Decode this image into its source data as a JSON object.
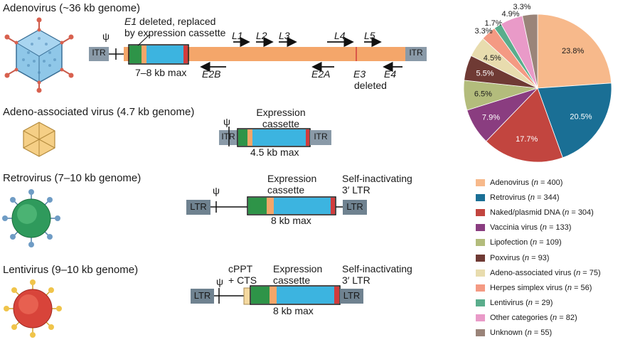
{
  "viruses": [
    {
      "name": "Adenovirus (~36 kb genome)"
    },
    {
      "name": "Adeno-associated virus (4.7 kb genome)"
    },
    {
      "name": "Retrovirus (7–10 kb genome)"
    },
    {
      "name": "Lentivirus (9–10 kb genome)"
    }
  ],
  "adeno": {
    "itr_left": "ITR",
    "itr_right": "ITR",
    "psi": "ψ",
    "e1_line1_italic": "E1",
    "e1_line1_rest": " deleted, replaced",
    "e1_line2": "by expression cassette",
    "l1": "L1",
    "l2": "L2",
    "l3": "L3",
    "l4": "L4",
    "l5": "L5",
    "size": "7–8 kb max",
    "e2b": "E2B",
    "e2a": "E2A",
    "e3": "E3",
    "e3_deleted": "deleted",
    "e4": "E4"
  },
  "aav": {
    "itr_left": "ITR",
    "itr_right": "ITR",
    "psi": "ψ",
    "cassette_line1": "Expression",
    "cassette_line2": "cassette",
    "size": "4.5 kb max"
  },
  "retro": {
    "ltr_left": "LTR",
    "ltr_right": "LTR",
    "psi": "ψ",
    "cassette_line1": "Expression",
    "cassette_line2": "cassette",
    "sin_line1": "Self-inactivating",
    "sin_line2": "3′ LTR",
    "size": "8 kb max"
  },
  "lenti": {
    "ltr_left": "LTR",
    "ltr_right": "LTR",
    "psi": "ψ",
    "cppt_line1": "cPPT",
    "cppt_line2": "+ CTS",
    "cassette_line1": "Expression",
    "cassette_line2": "cassette",
    "sin_line1": "Self-inactivating",
    "sin_line2": "3′ LTR",
    "size": "8 kb max"
  },
  "chart_data": {
    "type": "pie",
    "slices": [
      {
        "name": "Adenovirus",
        "n": 400,
        "percent": 23.8,
        "label": "23.8%",
        "color": "#f7b98b"
      },
      {
        "name": "Retrovirus",
        "n": 344,
        "percent": 20.5,
        "label": "20.5%",
        "color": "#1a6f95"
      },
      {
        "name": "Naked/plasmid DNA",
        "n": 304,
        "percent": 17.7,
        "label": "17.7%",
        "color": "#c2453f"
      },
      {
        "name": "Vaccinia virus",
        "n": 133,
        "percent": 7.9,
        "label": "7.9%",
        "color": "#8a3d80"
      },
      {
        "name": "Lipofection",
        "n": 109,
        "percent": 6.5,
        "label": "6.5%",
        "color": "#b3bc7c"
      },
      {
        "name": "Poxvirus",
        "n": 93,
        "percent": 5.5,
        "label": "5.5%",
        "color": "#6f3a34"
      },
      {
        "name": "Adeno-associated virus",
        "n": 75,
        "percent": 4.5,
        "label": "4.5%",
        "color": "#e8dcae"
      },
      {
        "name": "Herpes simplex virus",
        "n": 56,
        "percent": 3.3,
        "label": "3.3%",
        "color": "#f49a83"
      },
      {
        "name": "Lentivirus",
        "n": 29,
        "percent": 1.7,
        "label": "1.7%",
        "color": "#5aad8c"
      },
      {
        "name": "Other categories",
        "n": 82,
        "percent": 4.9,
        "label": "4.9%",
        "color": "#e99ac8"
      },
      {
        "name": "Unknown",
        "n": 55,
        "percent": 3.3,
        "label": "3.3%",
        "color": "#9a8479"
      }
    ]
  }
}
